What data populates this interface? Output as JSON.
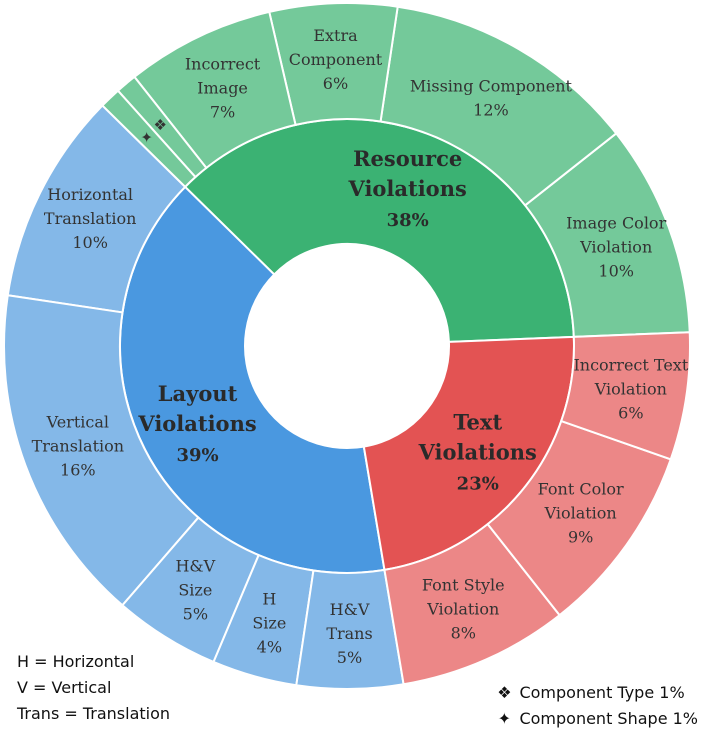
{
  "chart_data": {
    "type": "sunburst",
    "title": "",
    "groups": [
      {
        "label": "Resource Violations",
        "value": 38,
        "color": "#3bb273",
        "children": [
          {
            "label": "Image Color Violation",
            "value": 10
          },
          {
            "label": "Missing Component",
            "value": 12
          },
          {
            "label": "Extra Component",
            "value": 6
          },
          {
            "label": "Incorrect Image",
            "value": 7
          },
          {
            "label": "Component Type",
            "value": 1,
            "symbol": "❖"
          },
          {
            "label": "Component Shape",
            "value": 1,
            "symbol": "✦"
          }
        ]
      },
      {
        "label": "Layout Violations",
        "value": 39,
        "color": "#4a98e0",
        "children": [
          {
            "label": "Horizontal Translation",
            "value": 10
          },
          {
            "label": "Vertical Translation",
            "value": 16
          },
          {
            "label": "H&V Size",
            "value": 5
          },
          {
            "label": "H Size",
            "value": 4
          },
          {
            "label": "H&V Trans",
            "value": 5
          }
        ]
      },
      {
        "label": "Text Violations",
        "value": 23,
        "color": "#e35353",
        "children": [
          {
            "label": "Font Style Violation",
            "value": 8
          },
          {
            "label": "Font Color Violation",
            "value": 9
          },
          {
            "label": "Incorrect Text Violation",
            "value": 6
          }
        ]
      }
    ],
    "inner_labels": {
      "Resource Violations": [
        "Resource",
        "Violations",
        "38%"
      ],
      "Layout Violations": [
        "Layout",
        "Violations",
        "39%"
      ],
      "Text Violations": [
        "Text",
        "Violations",
        "23%"
      ]
    },
    "outer_labels": {
      "Image Color Violation": [
        "Image Color",
        "Violation",
        "10%"
      ],
      "Missing Component": [
        "Missing Component",
        "12%"
      ],
      "Extra Component": [
        "Extra",
        "Component",
        "6%"
      ],
      "Incorrect Image": [
        "Incorrect",
        "Image",
        "7%"
      ],
      "Component Type": [
        "❖"
      ],
      "Component Shape": [
        "✦"
      ],
      "Horizontal Translation": [
        "Horizontal",
        "Translation",
        "10%"
      ],
      "Vertical Translation": [
        "Vertical",
        "Translation",
        "16%"
      ],
      "H&V Size": [
        "H&V",
        "Size",
        "5%"
      ],
      "H Size": [
        "H",
        "Size",
        "4%"
      ],
      "H&V Trans": [
        "H&V",
        "Trans",
        "5%"
      ],
      "Font Style Violation": [
        "Font Style",
        "Violation",
        "8%"
      ],
      "Font Color Violation": [
        "Font Color",
        "Violation",
        "9%"
      ],
      "Incorrect Text Violation": [
        "Incorrect Text",
        "Violation",
        "6%"
      ]
    },
    "outer_colors": {
      "Resource Violations": "#74c99a",
      "Layout Violations": "#84b8e8",
      "Text Violations": "#ec8787"
    }
  },
  "legend": {
    "abbrev_h": "H = Horizontal",
    "abbrev_v": "V =  Vertical",
    "abbrev_trans": "Trans = Translation",
    "symbol_type": "❖",
    "symbol_type_label": "Component Type 1%",
    "symbol_shape": "✦",
    "symbol_shape_label": "Component Shape 1%"
  }
}
